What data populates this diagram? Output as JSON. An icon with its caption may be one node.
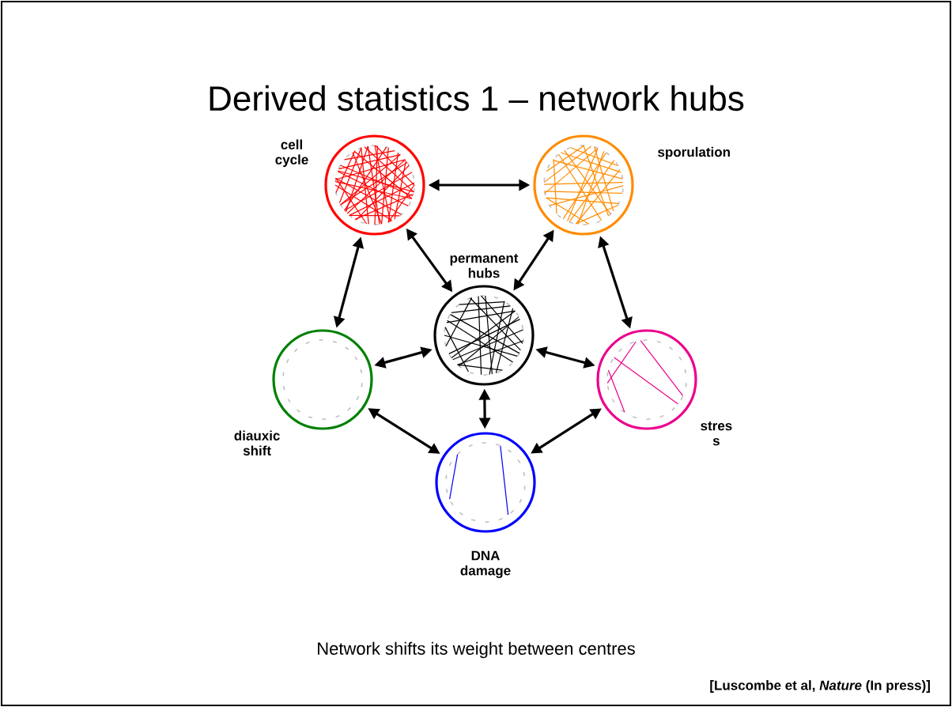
{
  "diagram": {
    "title": "Derived statistics 1 – network hubs",
    "caption": "Network shifts its weight between centres",
    "nodes": [
      {
        "text": [
          "cell cycle"
        ]
      },
      {
        "text": [
          "sporulation"
        ]
      },
      {
        "text": [
          "permanent hubs"
        ]
      },
      {
        "text": [
          "diauxic shift"
        ]
      },
      {
        "text": [
          "stres s"
        ]
      },
      {
        "text": [
          "DNA damage"
        ]
      }
    ],
    "edges": [
      {
        "from": 0,
        "to": 1,
        "arrow": "both"
      },
      {
        "from": 0,
        "to": 3,
        "arrow": "both"
      },
      {
        "from": 0,
        "to": 2,
        "arrow": "both"
      },
      {
        "from": 1,
        "to": 2,
        "arrow": "both"
      },
      {
        "from": 1,
        "to": 4,
        "arrow": "both"
      },
      {
        "from": 3,
        "to": 2,
        "arrow": "both"
      },
      {
        "from": 2,
        "to": 4,
        "arrow": "both"
      },
      {
        "from": 2,
        "to": 5,
        "arrow": "both"
      },
      {
        "from": 3,
        "to": 5,
        "arrow": "both"
      },
      {
        "from": 4,
        "to": 5,
        "arrow": "both"
      }
    ],
    "labels": [
      "[Luscombe et al, *Nature* (In press)]"
    ]
  }
}
